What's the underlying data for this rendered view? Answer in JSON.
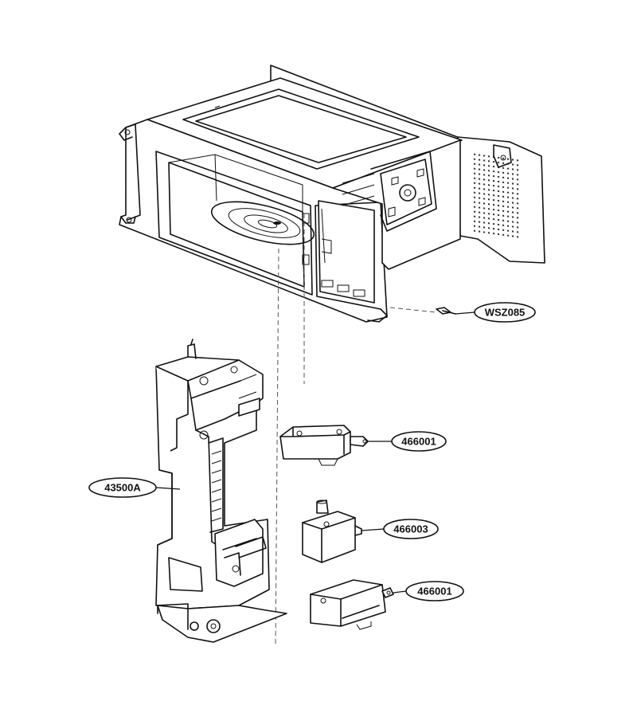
{
  "callouts": {
    "screw": "WSZ085",
    "frame": "43500A",
    "switch_top": "466001",
    "switch_middle": "466003",
    "switch_bottom": "466001"
  }
}
